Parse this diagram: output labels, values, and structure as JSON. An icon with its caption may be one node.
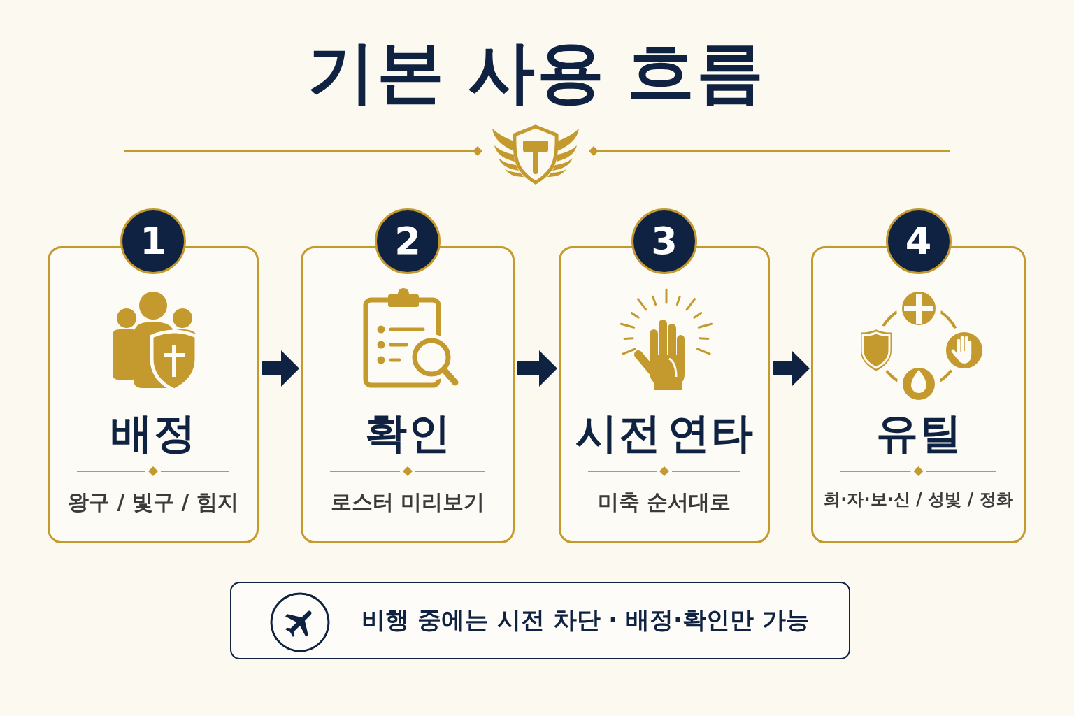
{
  "diagram": {
    "title": "기본 사용 흐름",
    "nodes": [
      {
        "text": [
          "1",
          "배정",
          "왕구 / 빛구 / 힘지"
        ]
      },
      {
        "text": [
          "2",
          "확인",
          "로스터 미리보기"
        ]
      },
      {
        "text": [
          "3",
          "시전 연타",
          "미축 순서대로"
        ]
      },
      {
        "text": [
          "4",
          "유틸",
          "희·자·보·신 / 성빛 / 정화"
        ]
      },
      {
        "text": [
          "비행 중에는 시전 차단 · 배정·확인만 가능"
        ]
      }
    ],
    "edges": [
      {
        "from": 0,
        "to": 1,
        "arrow": "to"
      },
      {
        "from": 1,
        "to": 2,
        "arrow": "to"
      },
      {
        "from": 2,
        "to": 3,
        "arrow": "to"
      }
    ]
  }
}
